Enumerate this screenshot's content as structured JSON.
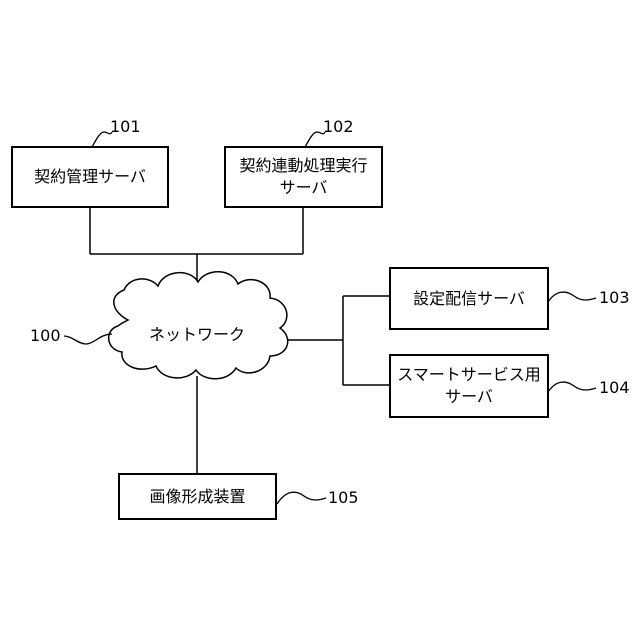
{
  "network": {
    "label": "ネットワーク",
    "ref": "100"
  },
  "nodes": {
    "contract_mgmt": {
      "label": "契約管理サーバ",
      "ref": "101"
    },
    "contract_exec": {
      "label_line1": "契約連動処理実行",
      "label_line2": "サーバ",
      "ref": "102"
    },
    "config_dist": {
      "label": "設定配信サーバ",
      "ref": "103"
    },
    "smart_service": {
      "label_line1": "スマートサービス用",
      "label_line2": "サーバ",
      "ref": "104"
    },
    "image_forming": {
      "label": "画像形成装置",
      "ref": "105"
    }
  }
}
